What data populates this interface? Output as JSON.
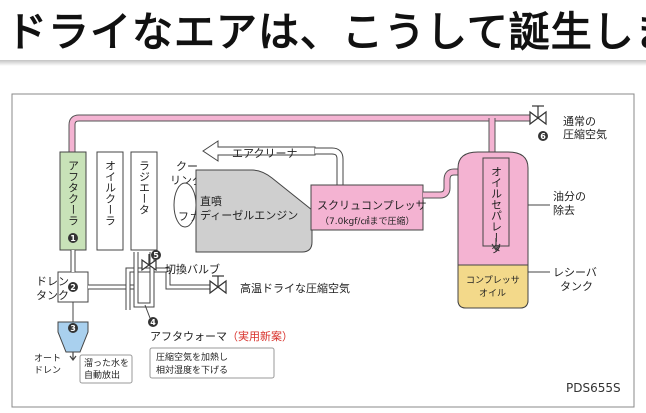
{
  "title": "ドライなエアは、こうして誕生します。",
  "components": {
    "aftercooler": "アフタクーラ",
    "oilcooler": "オイルクーラ",
    "radiator": "ラジエータ",
    "cooling_line1": "クー",
    "cooling_line2": "リング",
    "fan": "ファン",
    "engine_line1": "直噴",
    "engine_line2": "ディーゼルエンジン",
    "air_cleaner": "エアクリーナ",
    "compressor": "スクリュコンプレッサ",
    "compressor_note": "（7.0kgf/㎠まで圧縮）",
    "separator": "オイルセパレータ",
    "oil_removal_line1": "油分の",
    "oil_removal_line2": "除去",
    "comp_oil_line1": "コンプレッサ",
    "comp_oil_line2": "オイル",
    "receiver_line1": "レシーバ",
    "receiver_line2": "タンク",
    "normal_air_line1": "通常の",
    "normal_air_line2": "圧縮空気",
    "drain_tank_line1": "ドレン",
    "drain_tank_line2": "タンク",
    "auto_drain_line1": "オート",
    "auto_drain_line2": "ドレン",
    "drain_note_line1": "溜った水を",
    "drain_note_line2": "自動放出",
    "switch_valve": "切換バルブ",
    "hot_dry_air": "高温ドライな圧縮空気",
    "afterwarmer": "アフタウォーマ",
    "afterwarmer_badge": "（実用新案）",
    "afterwarmer_note_line1": "圧縮空気を加熱し",
    "afterwarmer_note_line2": "相対湿度を下げる"
  },
  "numbers": [
    "1",
    "2",
    "3",
    "4",
    "5",
    "6"
  ],
  "model_code": "PDS655S",
  "colors": {
    "pink": "#f4b3d2",
    "pink_dark": "#e58cb8",
    "green": "#c8e2b8",
    "grey_fill": "#cfcfcf",
    "oil": "#f3d98a",
    "water": "#a9d0ee",
    "badge_red": "#d8302a"
  }
}
